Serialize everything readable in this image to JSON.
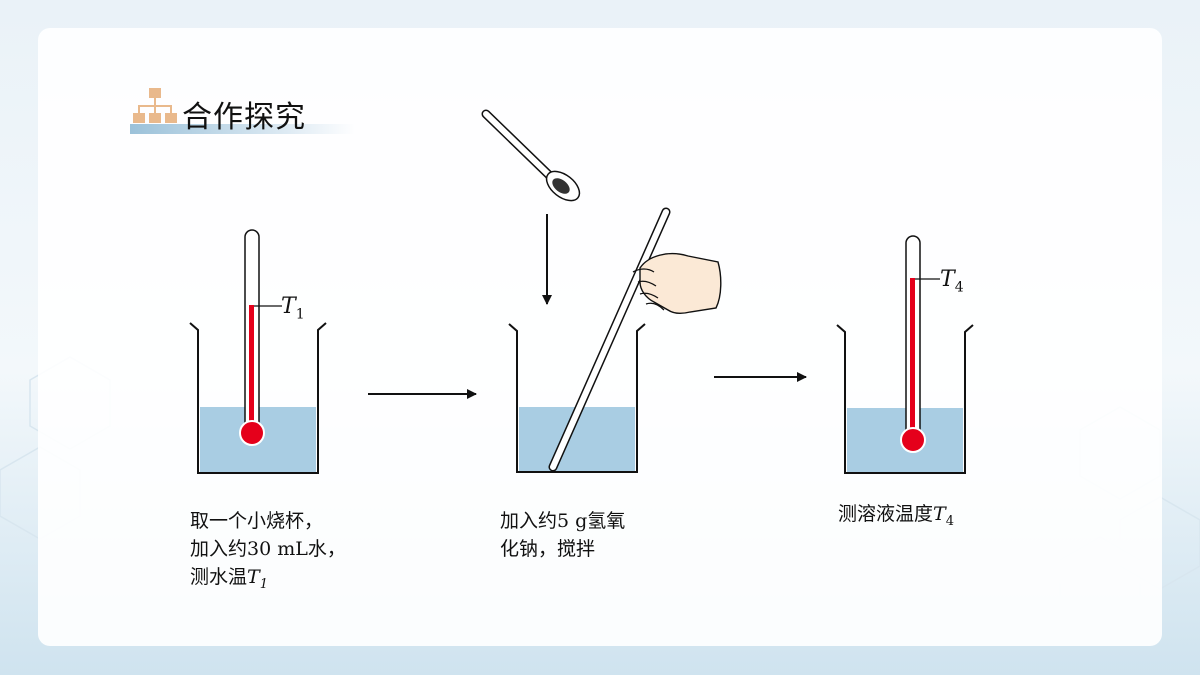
{
  "header": {
    "title": "合作探究",
    "icon": "hierarchy-icon"
  },
  "colors": {
    "water": "#a9cde3",
    "mercury": "#e5001b",
    "title_bar": "#9cc3da"
  },
  "steps": [
    {
      "caption_lines": [
        "取一个小烧杯，",
        "加入约30 mL水，",
        "测水温"
      ],
      "temp_symbol": "T",
      "temp_sub": "1"
    },
    {
      "caption_lines": [
        "加入约5 g氢氧",
        "化钠，搅拌"
      ]
    },
    {
      "caption_lines": [
        "测溶液温度"
      ],
      "temp_symbol": "T",
      "temp_sub": "4"
    }
  ],
  "labels": {
    "beaker1_symbol": "T",
    "beaker1_sub": "1",
    "beaker3_symbol": "T",
    "beaker3_sub": "4"
  }
}
